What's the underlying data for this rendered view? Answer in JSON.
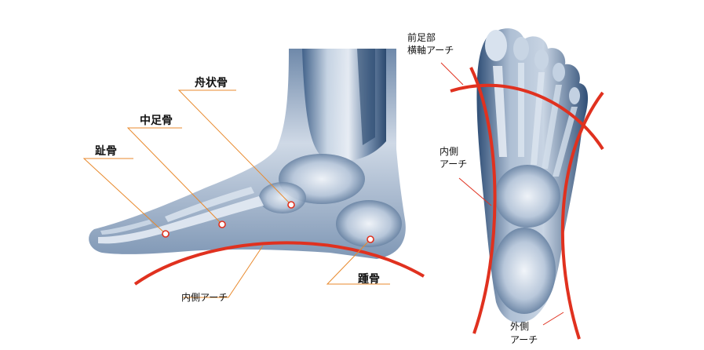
{
  "side_view": {
    "labels": {
      "navicular": "舟状骨",
      "metatarsal": "中足骨",
      "phalanges": "趾骨",
      "calcaneus": "踵骨",
      "medial_arch": "内側アーチ"
    }
  },
  "plantar_view": {
    "labels": {
      "transverse_line1": "前足部",
      "transverse_line2": "横軸アーチ",
      "medial_line1": "内側",
      "medial_line2": "アーチ",
      "lateral_line1": "外側",
      "lateral_line2": "アーチ"
    }
  },
  "colors": {
    "arch_red": "#e0311f",
    "leader_orange": "#e8892c",
    "xray_blue": "#3f5f86",
    "bone_light": "#dfe7f1"
  }
}
